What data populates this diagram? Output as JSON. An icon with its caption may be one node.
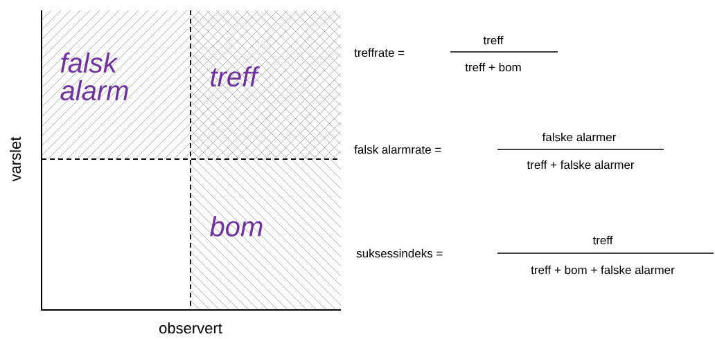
{
  "diagram": {
    "nodes": [
      {
        "text": [
          "falsk alarm"
        ]
      },
      {
        "text": [
          "treff"
        ]
      },
      {
        "text": [
          "bom"
        ]
      }
    ],
    "edges": [],
    "labels": [
      "varslet",
      "observert",
      "treffrate =",
      "treff",
      "treff + bom",
      "falsk alarmrate =",
      "falske alarmer",
      "treff + falske alarmer",
      "suksessindeks =",
      "treff",
      "treff + bom + falske alarmer"
    ]
  }
}
